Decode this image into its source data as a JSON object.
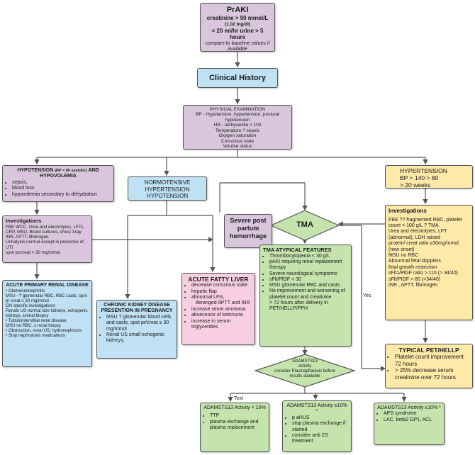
{
  "praki": {
    "title": "PrAKI",
    "line1": "creatinine > 90 mmol/L",
    "line2": "(1.02 mg/dl)",
    "line3": "< 20 ml/hr urine > 5 hours",
    "line4": "compare to baseline values if available"
  },
  "clinical_history": "Clinical History",
  "physical_exam": {
    "lines": [
      "PHYSICAL EXAMINATION",
      "BP - Hypotension, hypertension, postural hypotension",
      "HR - tachycardia > 100",
      "Temperature ? sepsis",
      "Oxygen saturation",
      "Conscious state",
      "Volume status"
    ]
  },
  "hypotension": {
    "title": "HYPOTENSION",
    "title_note": "(BP < 80 systolic)",
    "title2": "AND HYPOVOLEMIA",
    "items": [
      "sepsis,",
      "blood loss",
      "hypovolemia secondary to dehydration"
    ]
  },
  "normotensive": {
    "line1": "NORMOTENSIVE",
    "line2": "HYPERTENSION",
    "line3": "HYPOTENSION"
  },
  "hypertension": {
    "line1": "HYPERTENSION",
    "line2": "BP > 140 > 80",
    "line3": "> 20 weeks"
  },
  "investigations_left": {
    "title": "Investigations",
    "lines": [
      "FBE WCC, Urea and electrolytes, LFTs, CRP, MSU, Blood cultures, chest Xray",
      "INR, APTT, fibrinogen",
      "Urinalysis normal except in presence of UTI",
      "spot pr/creat < 30 mg/mmol"
    ]
  },
  "investigations_right": {
    "title": "Investigations",
    "lines": [
      "FBE ?? fragmented RBC, platelet count < 100 g/L ? TMA",
      "Urea and electrolytes, LFT (abnormal), LDH raised",
      "protein/ creat ratio ≥30mg/mmol (new onset)",
      "MSU no RBC",
      "Abnormal fetal dopplers",
      "fetal growth restriction",
      "sFlt1/PlGF ratio > 110 (> 34/40)",
      "sFlt/PlGF > 80 (<34/40)",
      "INR , APTT, fibrinogen"
    ]
  },
  "tma": "TMA",
  "pph": {
    "line1": "Severe post",
    "line2": "partum",
    "line3": "hemorrhage"
  },
  "yes_label": "Yes",
  "text_label": "Text",
  "renal": {
    "title": "ACUTE PRIMARY RENAL DISEASE",
    "lines": [
      "• Glomerulonephritis",
      "MSU - ? glomerular RBC, RBC casts, spot pr creat ≥ 30 mg/mmol",
      "GN specific investigations",
      "Renals US normal size kidneys, echogenic kidneys, ±renal biopsy",
      "• Tubulointerstitial renal disease",
      "MSU no RBC, ± renal biopsy",
      "• Obstruction, renal US, hydronephrosis",
      "• Stop nephrotoxic medications"
    ]
  },
  "ckd": {
    "title": "CHRONIC KIDNEY DISEASE PRESENTION IN PREGNANCY",
    "items": [
      "MSU ? glomerular blood cells and casts, spot pr/creat ≥ 30 mg/mmol",
      "Renal US small echogenic kidneys,"
    ]
  },
  "fatty_liver": {
    "title": "ACUTE FATTY LIVER",
    "items": [
      "decrease conscious state",
      "hepatic flap",
      "abnormal LFts,",
      "deranged APTT and INR",
      "increase seum ammonia",
      "absecence of ketonuria",
      "increase in serum triglycerides"
    ]
  },
  "tma_atypical": {
    "title": "TMA ATYPICAL FEATURES",
    "items": [
      "Thrombocytopenia < 30 g/L",
      "pAKI requiring renal replacement therapy",
      "Severe neurological symptoms",
      "sFlt/PlGF < 30",
      "MSU glomerular RBC and casts",
      "No improvement and worsening of platelet count and creatinine",
      "> 72 hours after delivery in PET/HELLP/PPH"
    ]
  },
  "adamts_diamond": {
    "line1": "ADAMSTS13",
    "line2": "activity",
    "line3": "consider Plasmapharesis before results available"
  },
  "typical_pet": {
    "title": "TYPICAL PET/HELLP",
    "items": [
      "Platelet count improvement 72 hours",
      "> 25% decrease serum creatinine over 72 hours"
    ]
  },
  "adam_lt10": {
    "title": "ADAMSTS13 Activity < 10%",
    "items": [
      "TTP",
      "plasma exchange and plasma replacement"
    ]
  },
  "adam_ge10_a": {
    "title": "ADAMSTS13 Activity ≥10% *",
    "items": [
      "p aHUS",
      "stop plasma exchange if started",
      "consider anti C5 treatment"
    ]
  },
  "adam_ge10_b": {
    "title": "ADAMSTS13 Activity ≥10% *",
    "items": [
      "APS syndrome",
      "LAC, beta2 GP1, ACL"
    ]
  },
  "colors": {
    "purple": "#d9c6dc",
    "blue": "#bfe1f3",
    "yellow": "#fde9a8",
    "green": "#c4e3ad",
    "pink": "#f7cfe0",
    "line": "#555555"
  }
}
